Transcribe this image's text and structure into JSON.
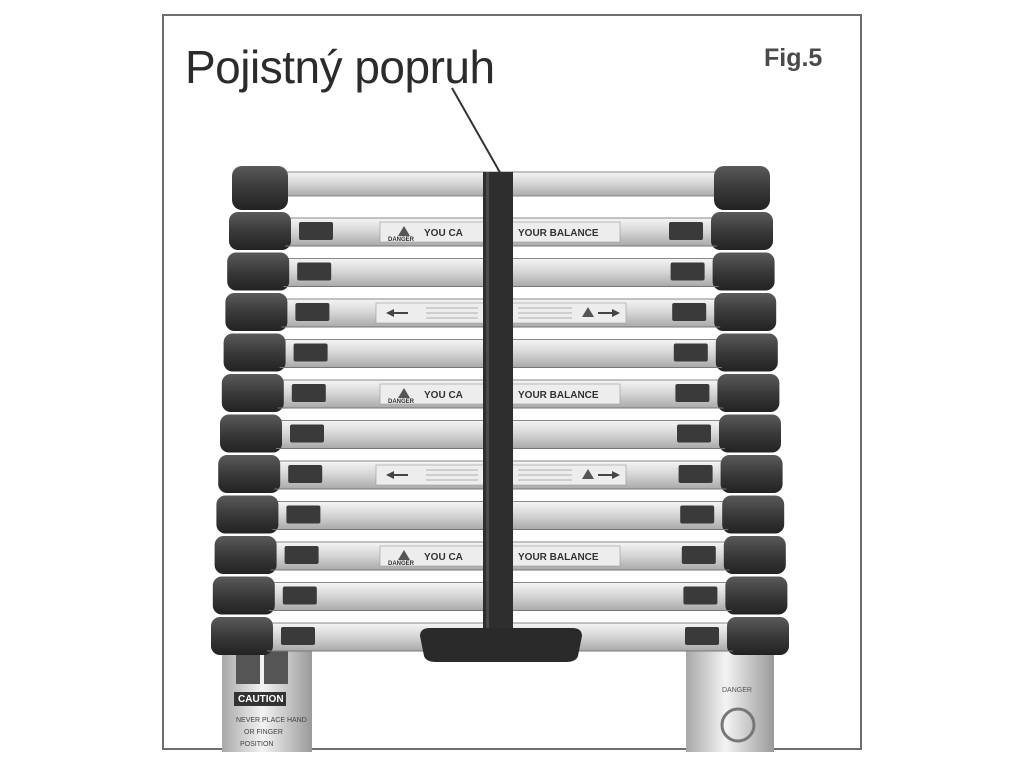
{
  "figure": {
    "callout_label": "Pojistný popruh",
    "fig_label": "Fig.5"
  },
  "labels": {
    "danger_text": "DANGER",
    "balance_left": "YOU CA",
    "balance_right": "YOUR BALANCE",
    "caution_text": "CAUTION",
    "caution_line1": "NEVER PLACE HAND",
    "caution_line2": "OR FINGER",
    "caution_line3": "POSITION",
    "small_danger": "DANGER"
  },
  "colors": {
    "rung": "#cfcfcf",
    "rung_highlight": "#f2f2f2",
    "cap": "#3d3d3d",
    "strap": "#2e2e2e",
    "frame": "#6e6e6e"
  }
}
